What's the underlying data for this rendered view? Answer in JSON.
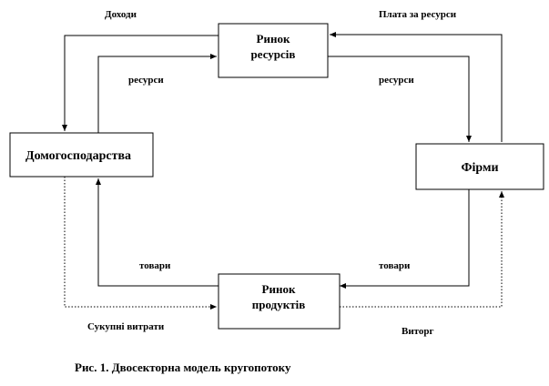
{
  "nodes": {
    "resource_market": {
      "line1": "Ринок",
      "line2": "ресурсів"
    },
    "households": {
      "label": "Домогосподарства"
    },
    "firms": {
      "label": "Фірми"
    },
    "product_market": {
      "line1": "Ринок",
      "line2": "продуктів"
    }
  },
  "labels": {
    "income": "Доходи",
    "resource_payment": "Плата за ресурси",
    "resources_left": "ресурси",
    "resources_right": "ресурси",
    "goods_left": "товари",
    "goods_right": "товари",
    "total_spending": "Сукупні витрати",
    "revenue": "Виторг"
  },
  "caption": "Рис. 1.  Двосекторна модель кругопотоку"
}
